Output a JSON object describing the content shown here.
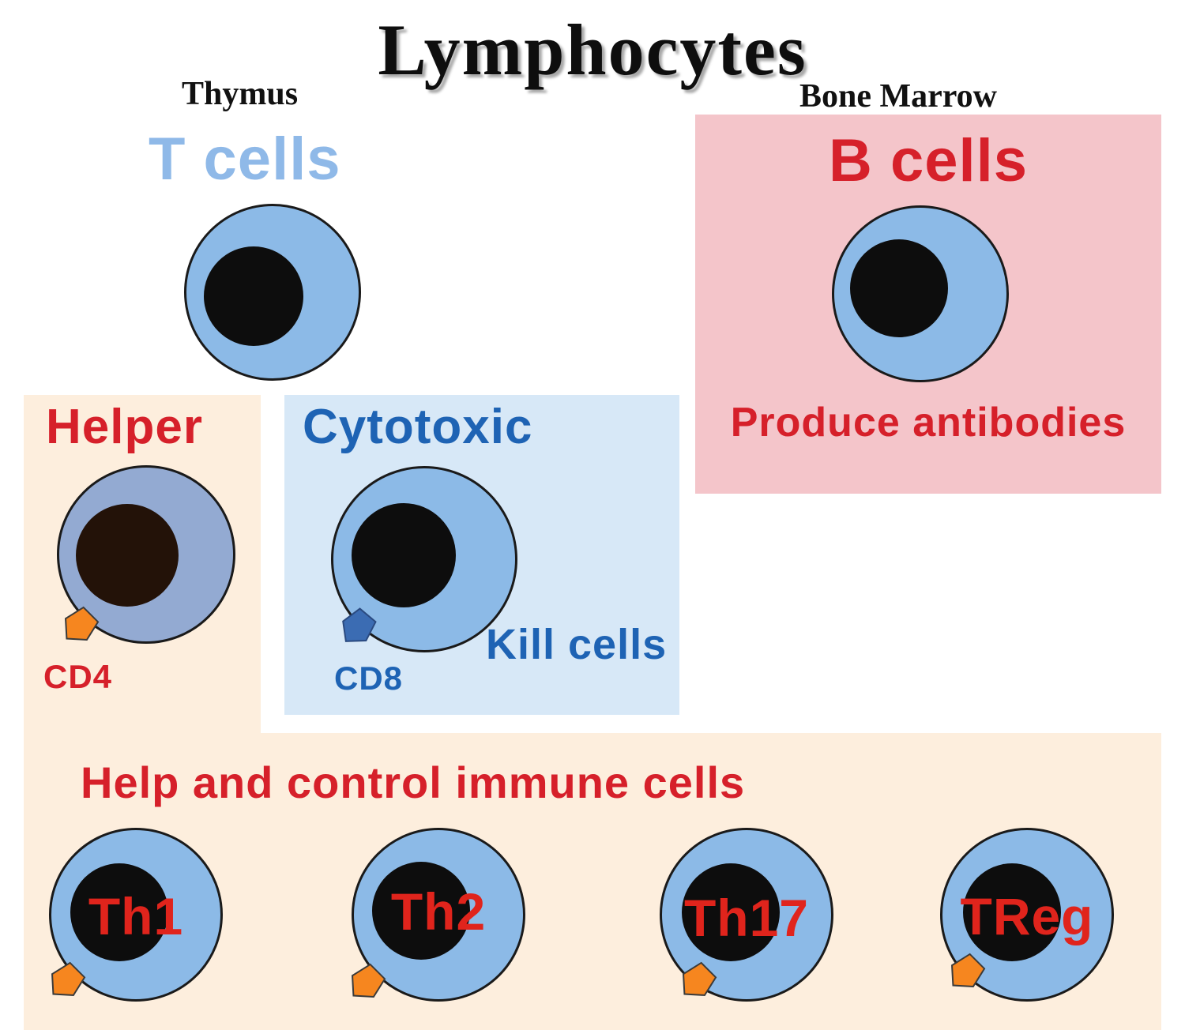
{
  "title": "Lymphocytes",
  "organs": {
    "thymus": "Thymus",
    "bone_marrow": "Bone Marrow"
  },
  "t_cells": {
    "label": "T cells"
  },
  "b_cells": {
    "label": "B cells",
    "function": "Produce antibodies"
  },
  "helper": {
    "label": "Helper",
    "receptor": "CD4"
  },
  "cytotoxic": {
    "label": "Cytotoxic",
    "receptor": "CD8",
    "function": "Kill cells"
  },
  "helper_subtypes": {
    "heading": "Help and control immune cells",
    "cells": [
      {
        "label": "Th1"
      },
      {
        "label": "Th2"
      },
      {
        "label": "Th17"
      },
      {
        "label": "TReg"
      }
    ]
  },
  "colors": {
    "cell_fill": "#8cbae7",
    "helper_cell_fill": "#93aad2",
    "nucleus": "#0d0d0d",
    "helper_nucleus": "#231208",
    "pink_panel": "#f4c5ca",
    "cream_panel": "#fdeedd",
    "blue_panel": "#d7e8f7",
    "red_text": "#d6202a",
    "blue_text": "#1e63b4",
    "t_cells_text": "#8fb9e8",
    "receptor_orange": "#f6861f",
    "receptor_blue": "#3b6cb3"
  }
}
